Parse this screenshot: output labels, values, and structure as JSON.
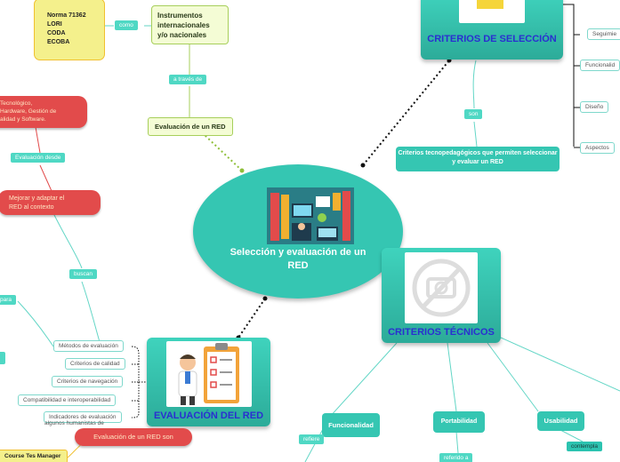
{
  "central": {
    "title": "Selección y evaluación de un RED"
  },
  "top": {
    "norma_box": [
      "Norma 71362",
      "LORI",
      "CODA",
      "ECOBA"
    ],
    "link_como": "como",
    "instrumentos": [
      "Instrumentos",
      "internacionales",
      "y/o nacionales"
    ],
    "link_a_traves": "a través de",
    "evaluacion_red": "Evaluación de un RED"
  },
  "criterios_seleccion": {
    "title": "CRITERIOS DE SELECCIÓN",
    "link_son": "son",
    "description": "Criterios tecnopedagógicos que permiten seleccionar y evaluar un RED",
    "right_items": [
      "Seguimie",
      "Funcionalid",
      "Diseño",
      "Aspectos"
    ]
  },
  "criterios_tecnicos": {
    "title": "CRITERIOS TÉCNICOS",
    "children": [
      {
        "label": "Funcionalidad",
        "link": "refiere"
      },
      {
        "label": "Portabilidad",
        "link": "referido a"
      },
      {
        "label": "Usabilidad",
        "link": "contempla"
      }
    ]
  },
  "evaluacion_del_red": {
    "title": "EVALUACIÓN DEL RED",
    "items": [
      "Métodos de evaluación",
      "Criterios de calidad",
      "Criterios de navegación",
      "Compatibilidad e interoperabilidad",
      "Indicadores de evaluación"
    ],
    "link_buscan": "buscan",
    "link_para": "para",
    "cut_text": "algunos humanistas de",
    "evaluacion_red_son": "Evaluación de un RED son",
    "course": "Course Tes Manager"
  },
  "left": {
    "tecnologico": [
      "Tecnológico,",
      "Hardware, Gestión de",
      "alidad y Software."
    ],
    "link_evaluacion_desde": "Evaluación desde",
    "mejorar": [
      "Mejorar y adaptar el",
      "RED al contexto"
    ]
  },
  "colors": {
    "teal": "#35c6b2",
    "title_blue": "#2a2fd0",
    "red": "#e24b4b",
    "yellow": "#f4f08c",
    "green_border": "#a7cf5b"
  }
}
